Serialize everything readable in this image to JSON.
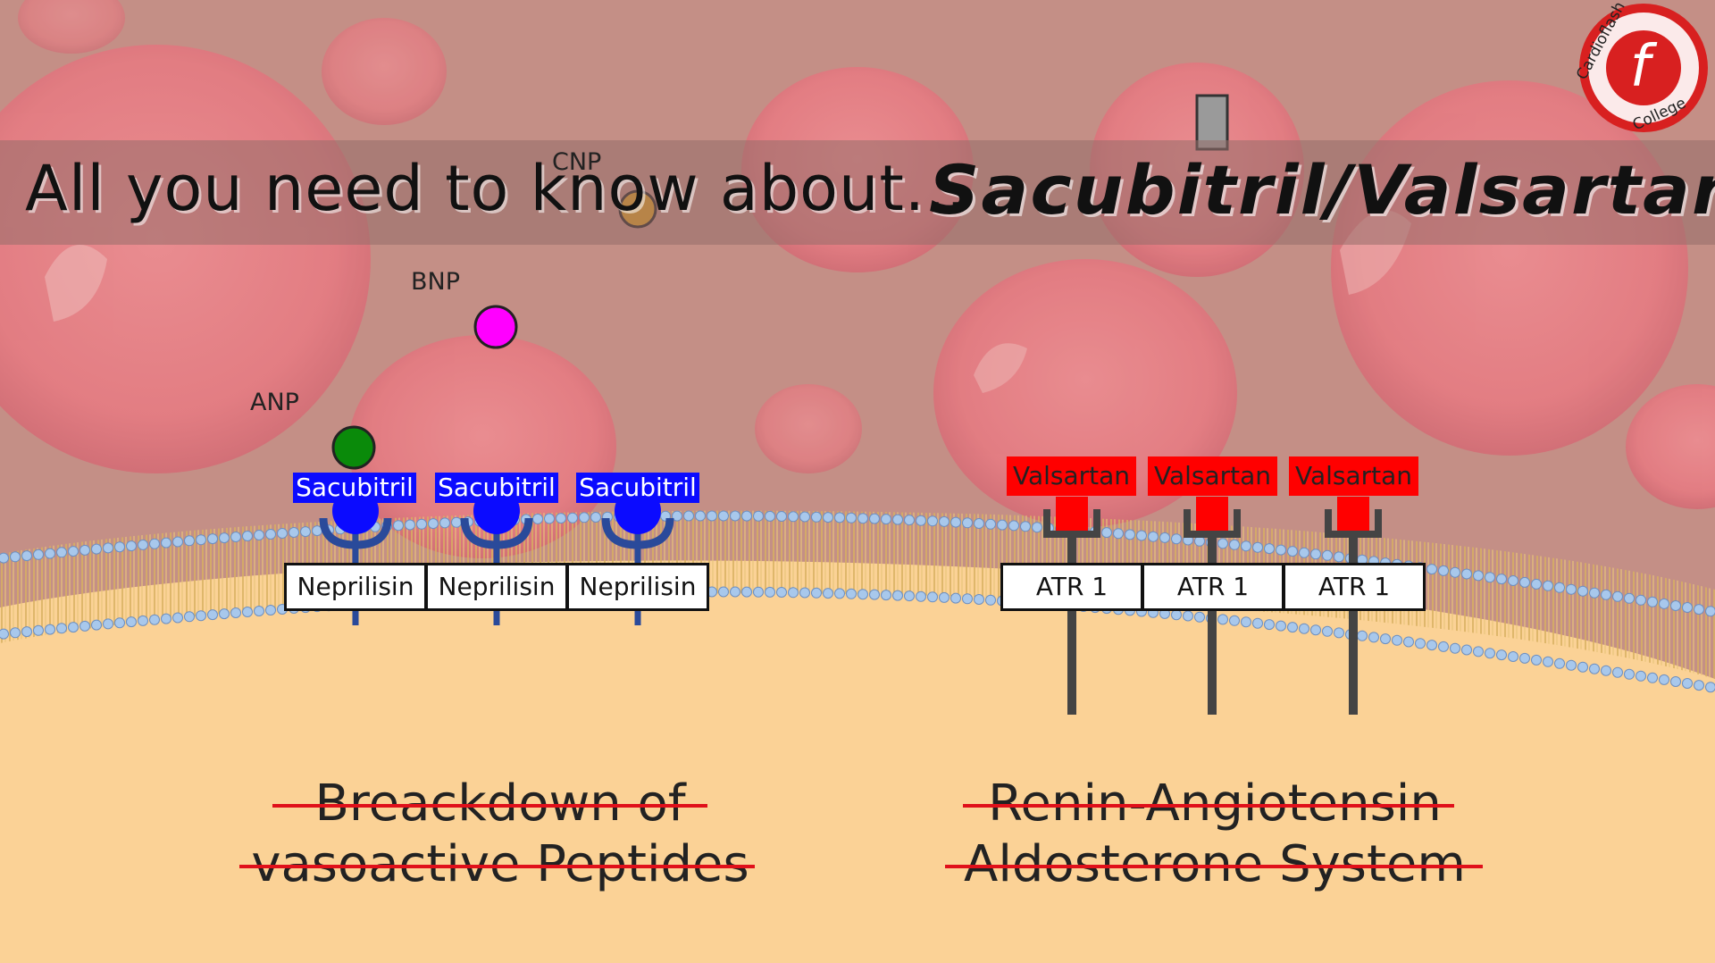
{
  "title": {
    "prefix": "All you need to know about...",
    "drug": "Sacubitril/Valsartan"
  },
  "logo": {
    "brand": "Cardioflash",
    "sub": "College",
    "glyph": "f"
  },
  "peptides": [
    {
      "label": "CNP",
      "color": "#e0a020"
    },
    {
      "label": "BNP",
      "color": "#ff00ff"
    },
    {
      "label": "ANP",
      "color": "#0a8a0a"
    }
  ],
  "left_group": {
    "inhibitor": "Sacubitril",
    "receptor": "Neprilisin",
    "count": 3,
    "outcome_lines": [
      "Breackdown of",
      "vasoactive Peptides"
    ]
  },
  "right_group": {
    "inhibitor": "Valsartan",
    "receptor": "ATR 1",
    "count": 3,
    "outcome_lines": [
      "Renin-Angiotensin",
      "Aldosterone System"
    ]
  },
  "colors": {
    "sacubitril": "#0b0bff",
    "valsartan": "#ff0000",
    "strike": "#e0101a",
    "cytoplasm": "#fbd296",
    "membrane_head": "#a8c8ec"
  }
}
